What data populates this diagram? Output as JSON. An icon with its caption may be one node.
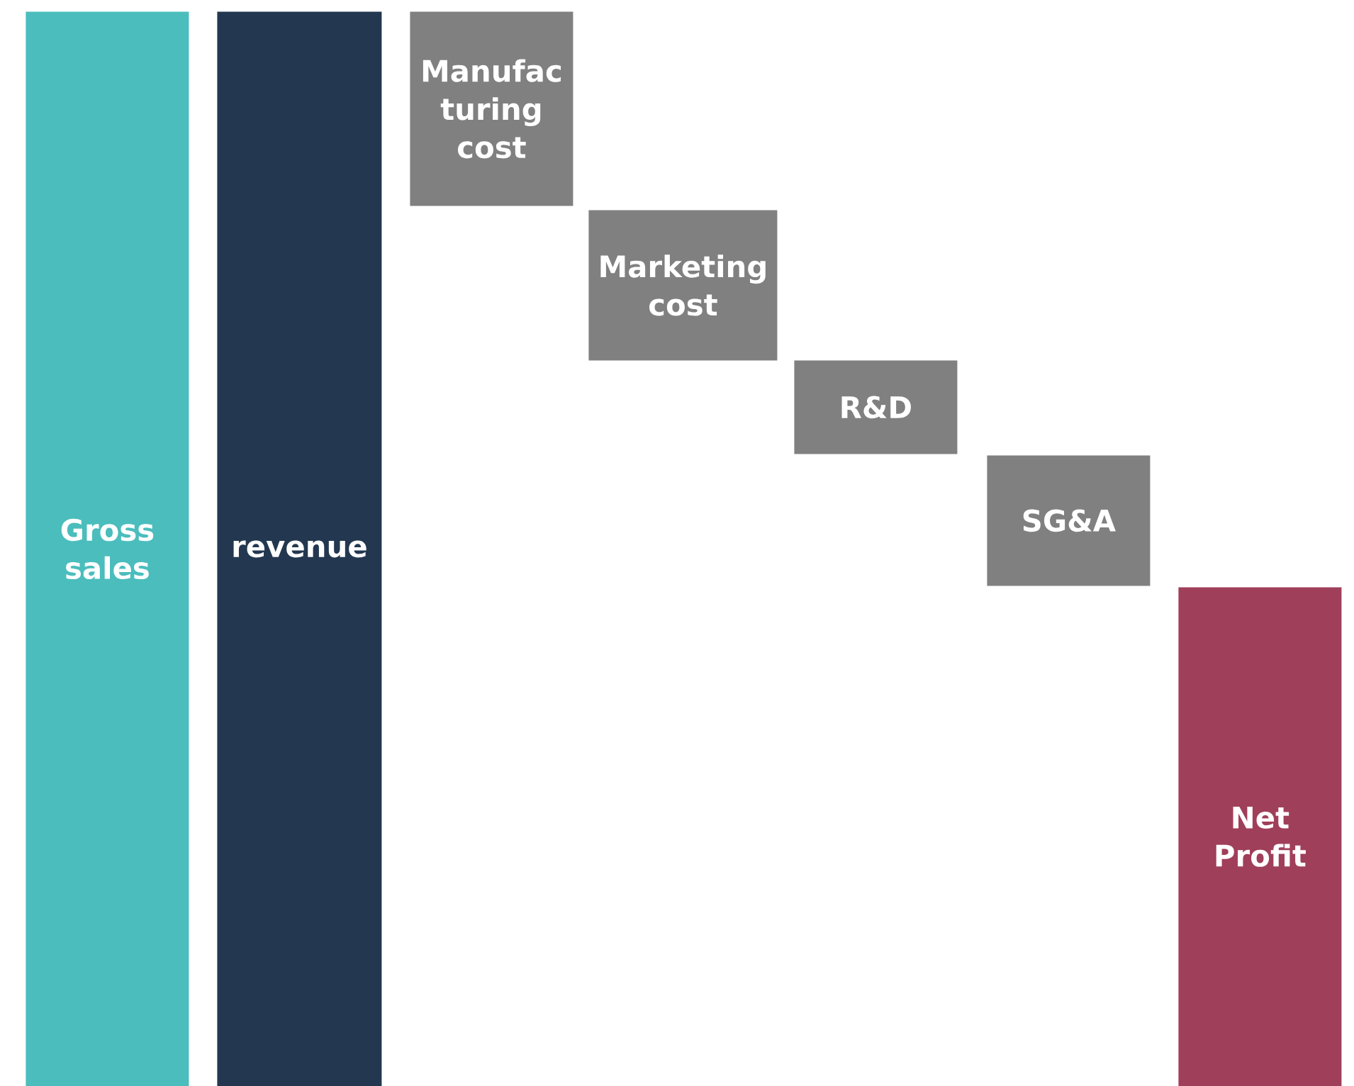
{
  "diagram": {
    "nodes": [
      {
        "text": [
          "Gross sales"
        ]
      },
      {
        "text": [
          "revenue"
        ]
      },
      {
        "text": [
          "Manufac turing cost"
        ]
      },
      {
        "text": [
          "Marketing cost"
        ]
      },
      {
        "text": [
          "R&D"
        ]
      },
      {
        "text": [
          "SG&A"
        ]
      },
      {
        "text": [
          "Net Profit"
        ]
      }
    ]
  }
}
